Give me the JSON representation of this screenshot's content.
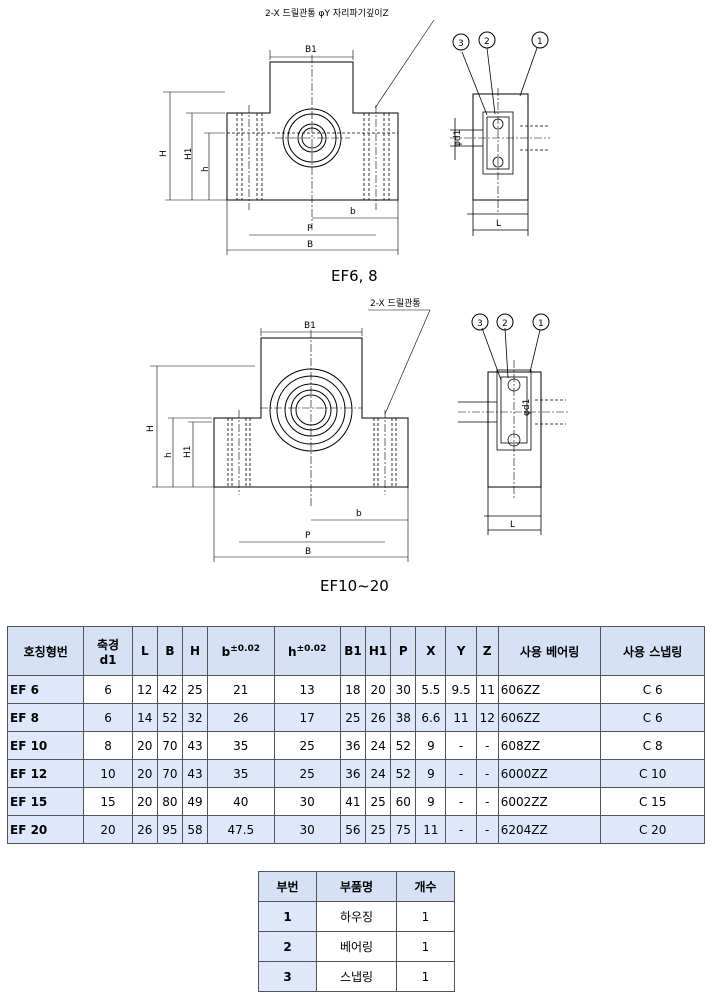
{
  "drawing1": {
    "note": "2-X 드릴관통 φY 자리파기깊이Z",
    "labels": {
      "B1": "B1",
      "H": "H",
      "H1": "H1",
      "h": "h",
      "b": "b",
      "P": "P",
      "B": "B",
      "d1": "φd1",
      "L": "L"
    },
    "callouts": [
      "1",
      "2",
      "3"
    ],
    "caption": "EF6, 8"
  },
  "drawing2": {
    "note": "2-X 드릴관통",
    "labels": {
      "B1": "B1",
      "H": "H",
      "H1": "H1",
      "h": "h",
      "b": "b",
      "P": "P",
      "B": "B",
      "d1": "φd1",
      "L": "L"
    },
    "callouts": [
      "1",
      "2",
      "3"
    ],
    "caption": "EF10~20"
  },
  "spec_table": {
    "headers": {
      "model": "호칭형번",
      "d1_top": "축경",
      "d1_bottom": "d1",
      "L": "L",
      "B": "B",
      "H": "H",
      "b": "b",
      "b_tol": "±0.02",
      "h": "h",
      "h_tol": "±0.02",
      "B1": "B1",
      "H1": "H1",
      "P": "P",
      "X": "X",
      "Y": "Y",
      "Z": "Z",
      "bearing": "사용 베어링",
      "snap": "사용 스냅링"
    },
    "rows": [
      {
        "model": "EF 6",
        "d1": "6",
        "L": "12",
        "B": "42",
        "H": "25",
        "b": "21",
        "h": "13",
        "B1": "18",
        "H1": "20",
        "P": "30",
        "X": "5.5",
        "Y": "9.5",
        "Z": "11",
        "bearing": "606ZZ",
        "snap": "C 6"
      },
      {
        "model": "EF 8",
        "d1": "6",
        "L": "14",
        "B": "52",
        "H": "32",
        "b": "26",
        "h": "17",
        "B1": "25",
        "H1": "26",
        "P": "38",
        "X": "6.6",
        "Y": "11",
        "Z": "12",
        "bearing": "606ZZ",
        "snap": "C 6"
      },
      {
        "model": "EF 10",
        "d1": "8",
        "L": "20",
        "B": "70",
        "H": "43",
        "b": "35",
        "h": "25",
        "B1": "36",
        "H1": "24",
        "P": "52",
        "X": "9",
        "Y": "-",
        "Z": "-",
        "bearing": "608ZZ",
        "snap": "C 8"
      },
      {
        "model": "EF 12",
        "d1": "10",
        "L": "20",
        "B": "70",
        "H": "43",
        "b": "35",
        "h": "25",
        "B1": "36",
        "H1": "24",
        "P": "52",
        "X": "9",
        "Y": "-",
        "Z": "-",
        "bearing": "6000ZZ",
        "snap": "C 10"
      },
      {
        "model": "EF 15",
        "d1": "15",
        "L": "20",
        "B": "80",
        "H": "49",
        "b": "40",
        "h": "30",
        "B1": "41",
        "H1": "25",
        "P": "60",
        "X": "9",
        "Y": "-",
        "Z": "-",
        "bearing": "6002ZZ",
        "snap": "C 15"
      },
      {
        "model": "EF 20",
        "d1": "20",
        "L": "26",
        "B": "95",
        "H": "58",
        "b": "47.5",
        "h": "30",
        "B1": "56",
        "H1": "25",
        "P": "75",
        "X": "11",
        "Y": "-",
        "Z": "-",
        "bearing": "6204ZZ",
        "snap": "C 20"
      }
    ]
  },
  "parts_table": {
    "headers": {
      "no": "부번",
      "name": "부품명",
      "qty": "개수"
    },
    "rows": [
      {
        "no": "1",
        "name": "하우징",
        "qty": "1"
      },
      {
        "no": "2",
        "name": "베어링",
        "qty": "1"
      },
      {
        "no": "3",
        "name": "스냅링",
        "qty": "1"
      }
    ]
  },
  "colors": {
    "header_bg": "#d6e1f6",
    "alt_row": "#dfe8fb"
  }
}
